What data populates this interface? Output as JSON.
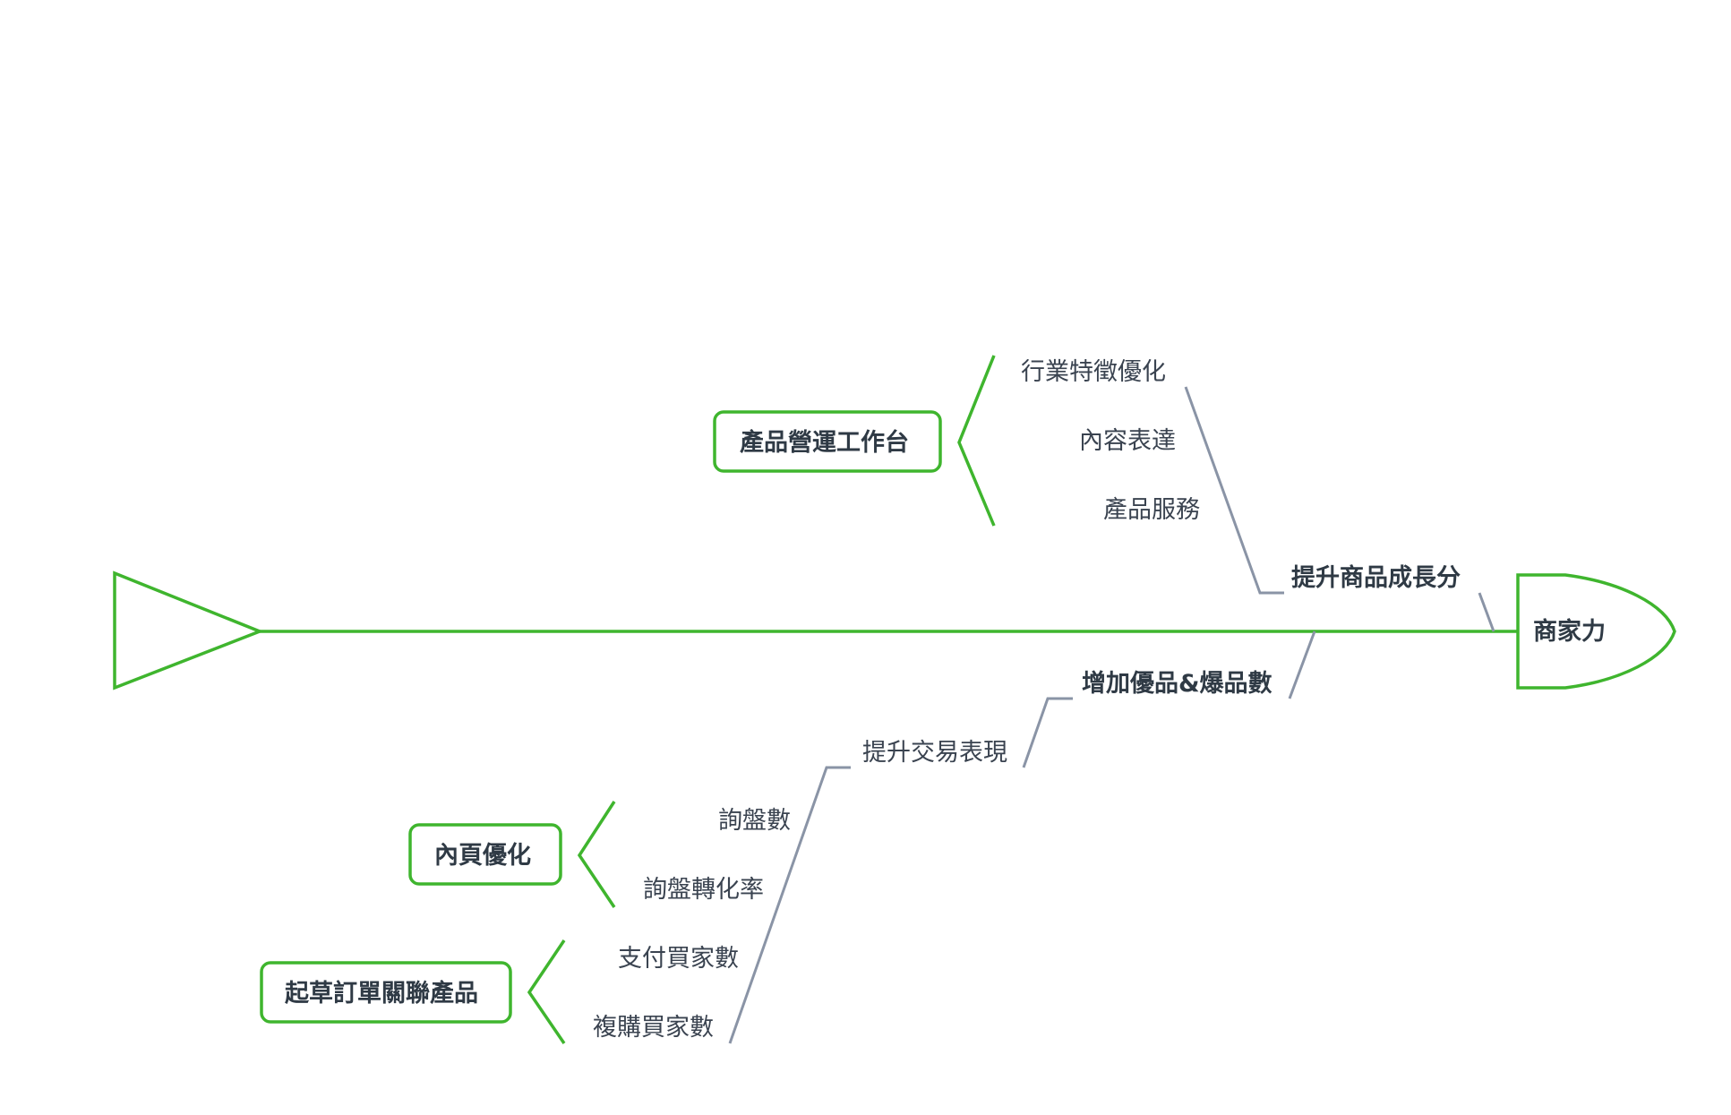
{
  "diagram": {
    "head": {
      "label": "商家力"
    },
    "bones": [
      {
        "label": "提升商品成長分",
        "side": "top",
        "causes": [
          {
            "label": "行業特徵優化"
          },
          {
            "label": "內容表達"
          },
          {
            "label": "產品服務"
          }
        ],
        "group": {
          "label": "產品營運工作台"
        }
      },
      {
        "label": "增加優品&爆品數",
        "side": "bottom",
        "sub": {
          "label": "提升交易表現"
        },
        "causes": [
          {
            "label": "詢盤數"
          },
          {
            "label": "詢盤轉化率"
          },
          {
            "label": "支付買家數"
          },
          {
            "label": "複購買家數"
          }
        ],
        "groups": [
          {
            "label": "內頁優化"
          },
          {
            "label": "起草訂單關聯產品"
          }
        ]
      }
    ],
    "colors": {
      "spine": "#3fb52e",
      "bone": "#8a94a6",
      "text": "#2f3a45"
    }
  }
}
